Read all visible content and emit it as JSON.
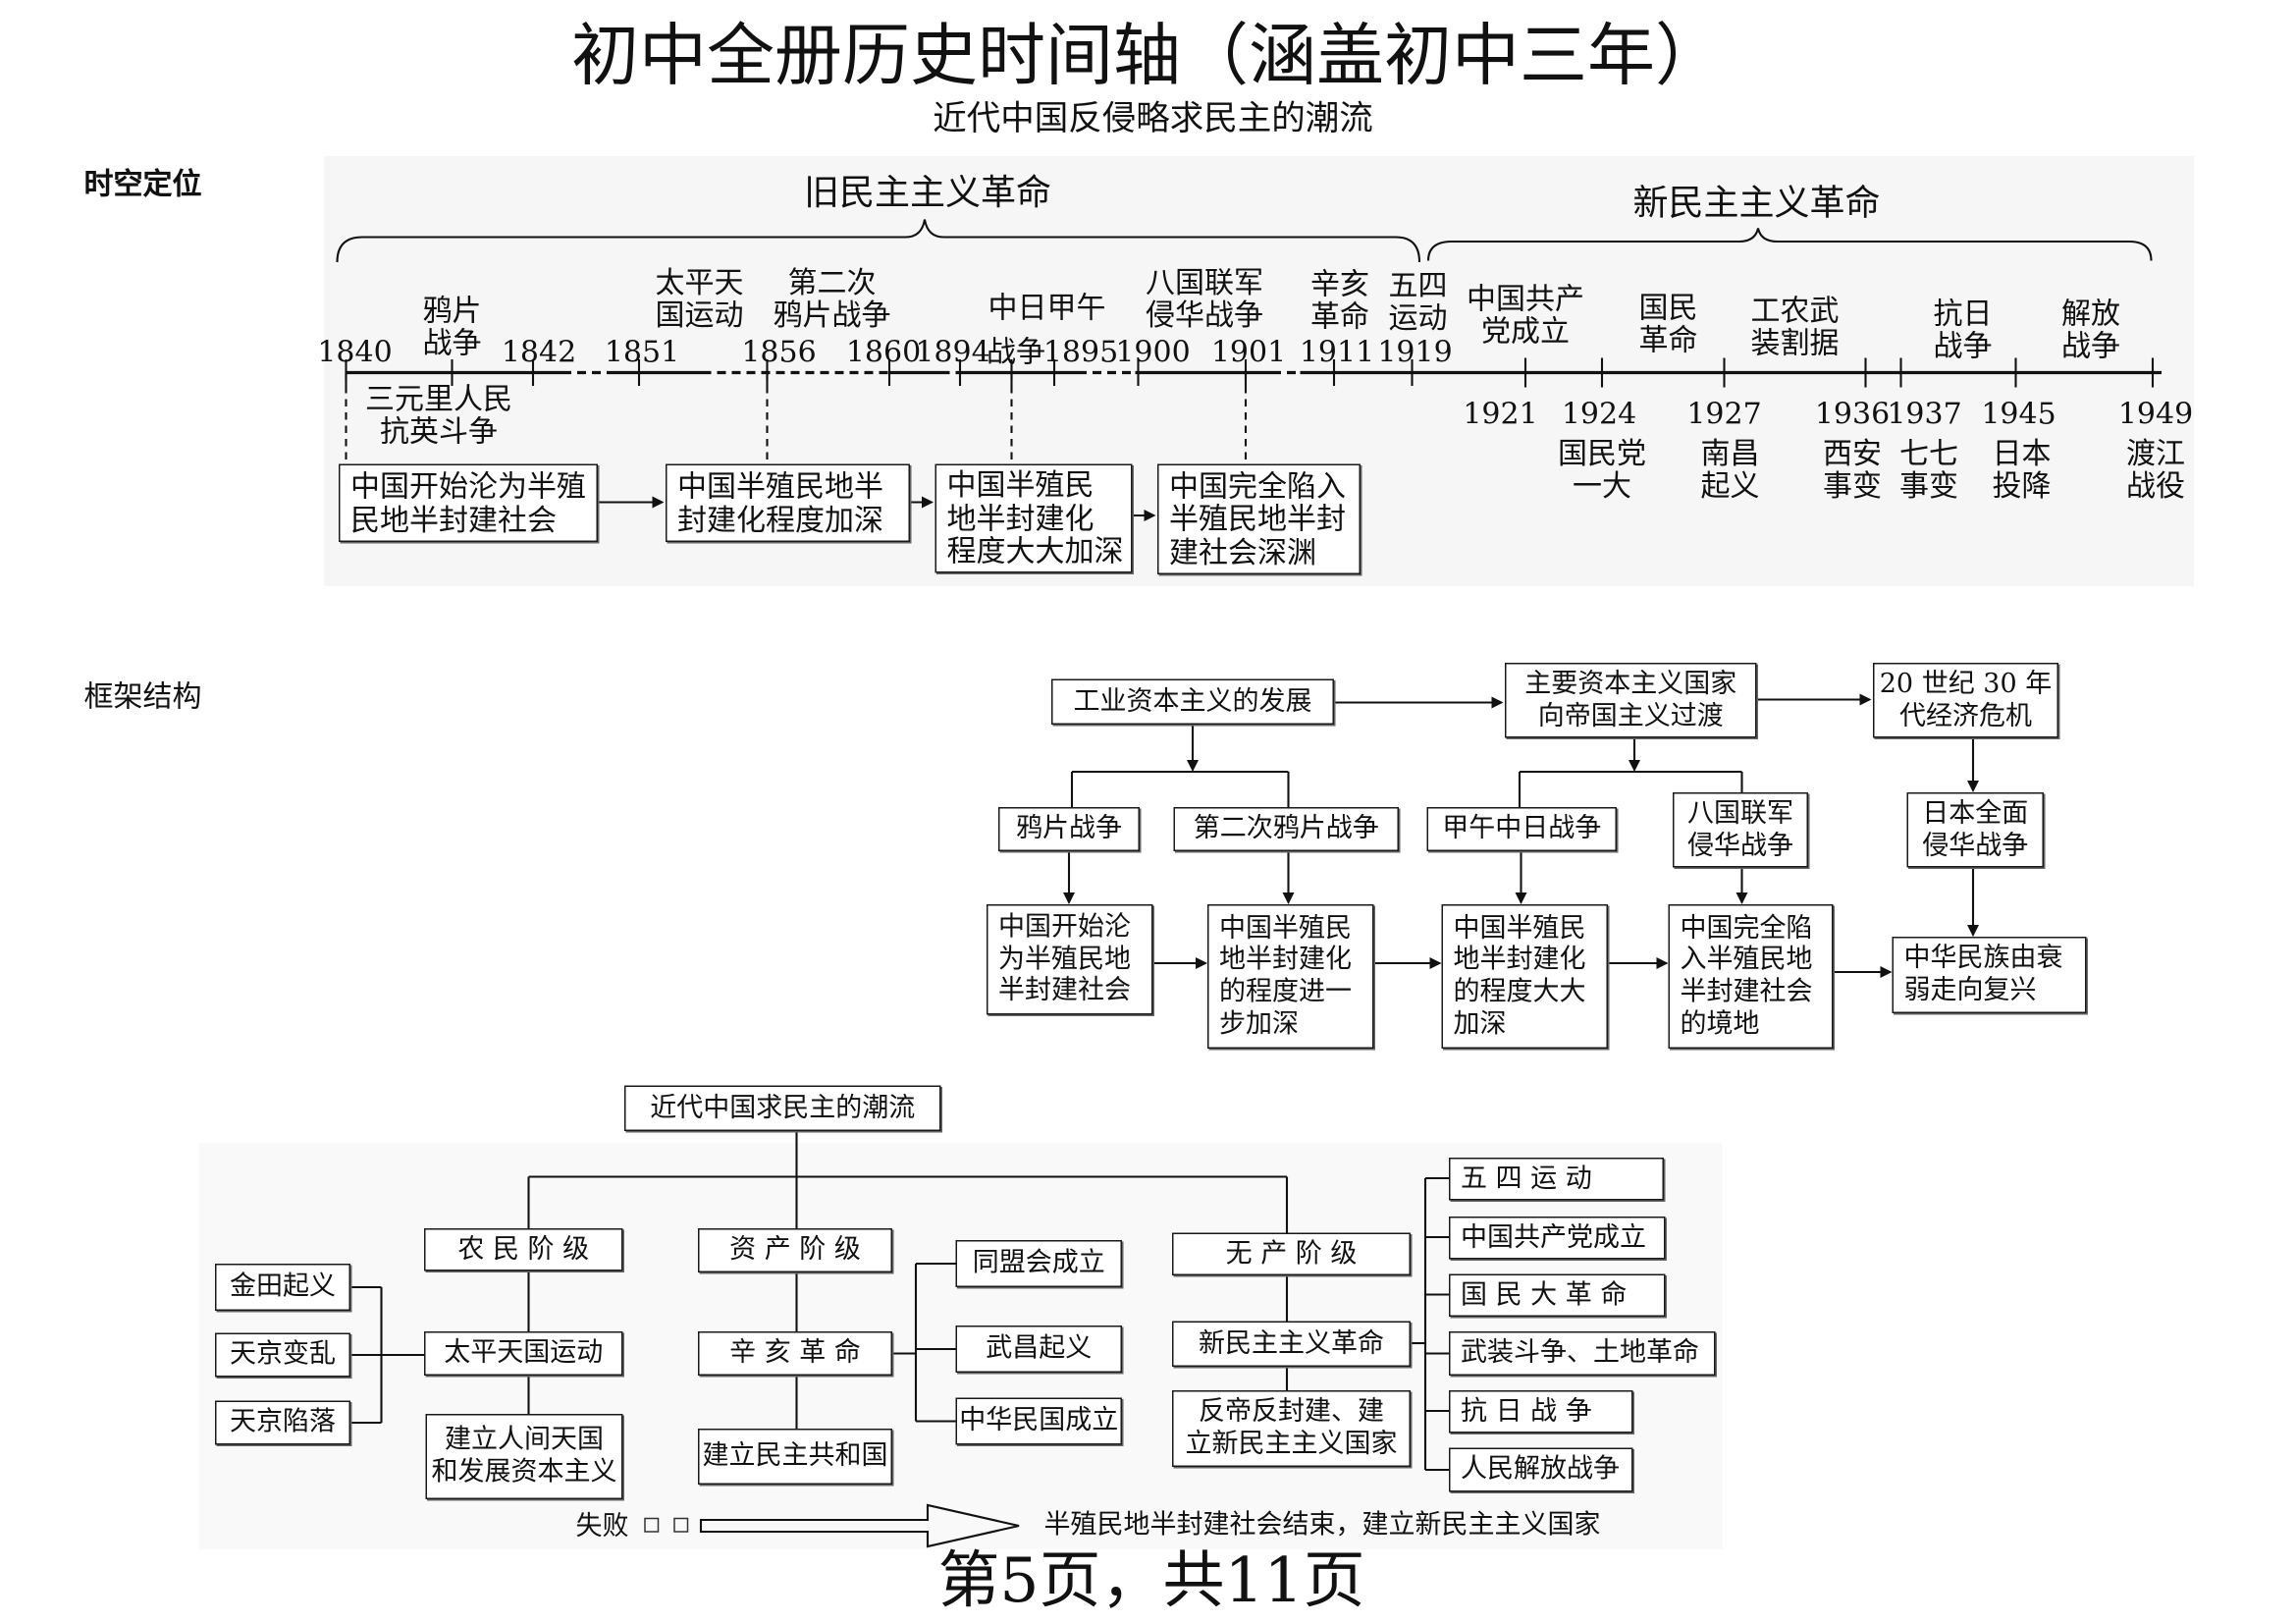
{
  "title": "初中全册历史时间轴（涵盖初中三年）",
  "subtitle": "近代中国反侵略求民主的潮流",
  "section_labels": {
    "spacetime": "时空定位",
    "framework": "框架结构"
  },
  "timeline": {
    "old_period": "旧民主主义革命",
    "new_period": "新民主主义革命",
    "old_years": [
      "1840",
      "1842",
      "1851",
      "1856",
      "1860",
      "1894",
      "战争",
      "1895",
      "1900",
      "1901",
      "1911",
      "1919"
    ],
    "old_events": [
      "鸦片\n战争",
      "太平天\n国运动",
      "第二次\n鸦片战争",
      "中日甲午",
      "八国联军\n侵华战争",
      "辛亥\n革命",
      "五四\n运动"
    ],
    "side_event": "三元里人民\n抗英斗争",
    "new_periods": [
      "中国共产\n党成立",
      "国民\n革命",
      "工农武\n装割据",
      "抗日\n战争",
      "解放\n战争"
    ],
    "new_years": [
      "1921",
      "1924",
      "1927",
      "1936",
      "1937",
      "1945",
      "1949"
    ],
    "new_events": [
      "国民党\n一大",
      "南昌\n起义",
      "西安\n事变",
      "七七\n事变",
      "日本\n投降",
      "渡江\n战役"
    ],
    "stages": [
      "中国开始沦为半殖\n民地半封建社会",
      "中国半殖民地半\n封建化程度加深",
      "中国半殖民\n地半封建化\n程度大大加深",
      "中国完全陷入\n半殖民地半封\n建社会深渊"
    ]
  },
  "framework": {
    "top": [
      "工业资本主义的发展",
      "主要资本主义国家\n向帝国主义过渡",
      "20 世纪 30 年\n代经济危机"
    ],
    "wars": [
      "鸦片战争",
      "第二次鸦片战争",
      "甲午中日战争",
      "八国联军\n侵华战争",
      "日本全面\n侵华战争"
    ],
    "stages": [
      "中国开始沦\n为半殖民地\n半封建社会",
      "中国半殖民\n地半封建化\n的程度进一\n步加深",
      "中国半殖民\n地半封建化\n的程度大大\n加深",
      "中国完全陷\n入半殖民地\n半封建社会\n的境地",
      "中华民族由衰\n弱走向复兴"
    ]
  },
  "democracy": {
    "root": "近代中国求民主的潮流",
    "classes": [
      "农 民 阶 级",
      "资 产 阶 级",
      "无 产 阶 级"
    ],
    "peasant": {
      "movement": "太平天国运动",
      "goal": "建立人间天国\n和发展资本主义",
      "events": [
        "金田起义",
        "天京变乱",
        "天京陷落"
      ]
    },
    "bourgeois": {
      "movement": "辛 亥 革 命",
      "goal": "建立民主共和国",
      "events": [
        "同盟会成立",
        "武昌起义",
        "中华民国成立"
      ]
    },
    "proletariat": {
      "movement": "新民主主义革命",
      "goal": "反帝反封建、建\n立新民主主义国家",
      "events": [
        "五 四 运 动",
        "中国共产党成立",
        "国 民 大 革 命",
        "武装斗争、土地革命",
        "抗 日 战 争",
        "人民解放战争"
      ]
    },
    "failure_label": "失败",
    "outcome": "半殖民地半封建社会结束，建立新民主主义国家"
  },
  "page_number": "第5页，共11页"
}
